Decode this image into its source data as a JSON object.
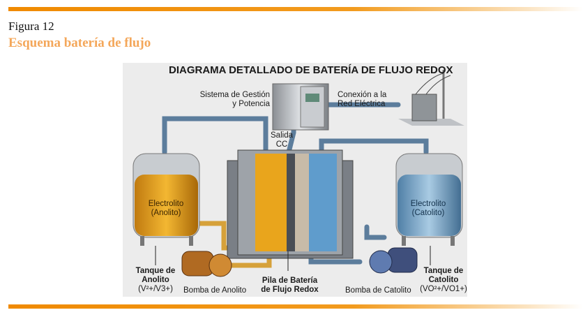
{
  "figure": {
    "label": "Figura 12",
    "title": "Esquema batería de flujo"
  },
  "diagram": {
    "title": "DIAGRAMA DETALLADO DE BATERÍA DE FLUJO REDOX",
    "bms": [
      "Sistema de Gestión",
      "y Potencia"
    ],
    "grid": [
      "Conexión a la",
      "Red Eléctrica"
    ],
    "dc_out": [
      "Salida",
      "CC"
    ],
    "anolyte": [
      "Electrolito",
      "(Anolito)"
    ],
    "catholyte": [
      "Electrolito",
      "(Catolito)"
    ],
    "anolyte_tank": [
      "Tanque de",
      "Anolito",
      "(V²+/V3+)"
    ],
    "catholyte_tank": [
      "Tanque de",
      "Catolito",
      "(VO²+/VO1+)"
    ],
    "anolyte_pump": "Bomba de Anolito",
    "catholyte_pump": "Bomba de Catolito",
    "stack": [
      "Pila de Batería",
      "de Flujo Redox"
    ]
  },
  "colors": {
    "accent": "#f08a00",
    "title": "#f4a75a",
    "anolyte": "#e8a41c",
    "catholyte": "#6ea6cf",
    "pipe": "#5c7d9c"
  }
}
